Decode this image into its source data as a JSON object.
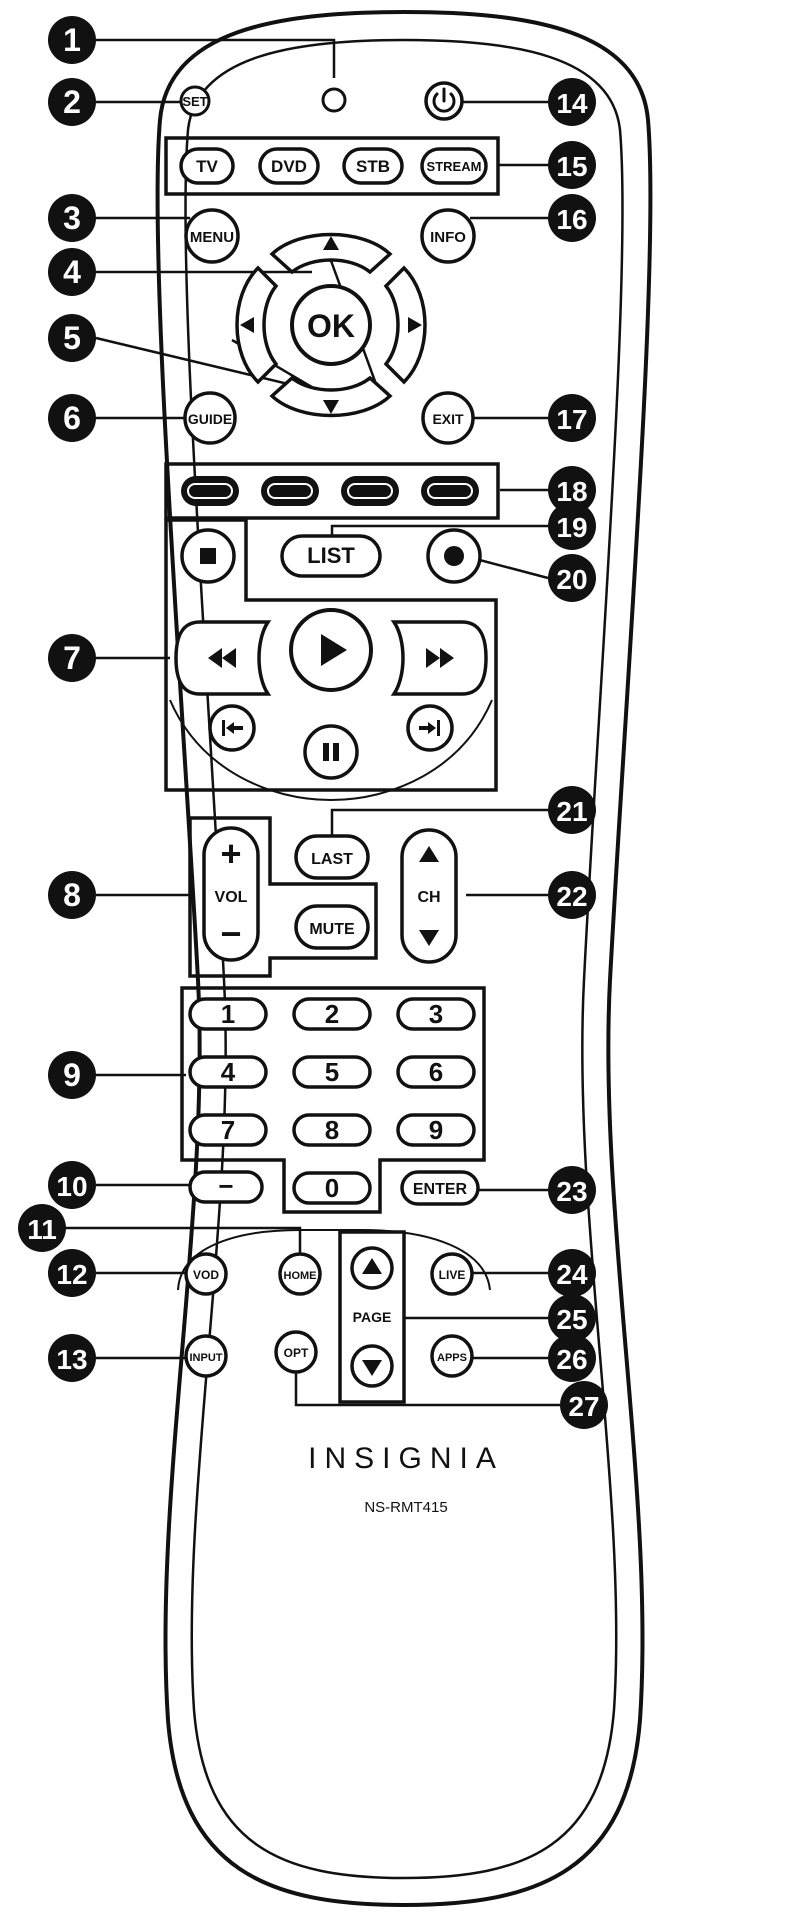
{
  "brand": "INSIGNIA",
  "model": "NS-RMT415",
  "callouts": [
    "1",
    "2",
    "3",
    "4",
    "5",
    "6",
    "7",
    "8",
    "9",
    "10",
    "11",
    "12",
    "13",
    "14",
    "15",
    "16",
    "17",
    "18",
    "19",
    "20",
    "21",
    "22",
    "23",
    "24",
    "25",
    "26",
    "27"
  ],
  "labels": {
    "set": "SET",
    "tv": "TV",
    "dvd": "DVD",
    "stb": "STB",
    "stream": "STREAM",
    "menu": "MENU",
    "info": "INFO",
    "ok": "OK",
    "guide": "GUIDE",
    "exit": "EXIT",
    "list": "LIST",
    "last": "LAST",
    "vol": "VOL",
    "mute": "MUTE",
    "ch": "CH",
    "enter": "ENTER",
    "vod": "VOD",
    "home": "HOME",
    "live": "LIVE",
    "page": "PAGE",
    "input": "INPUT",
    "opt": "OPT",
    "apps": "APPS",
    "plus": "+",
    "minus": "−",
    "dash": "−"
  },
  "digits": [
    "1",
    "2",
    "3",
    "4",
    "5",
    "6",
    "7",
    "8",
    "9",
    "0"
  ]
}
